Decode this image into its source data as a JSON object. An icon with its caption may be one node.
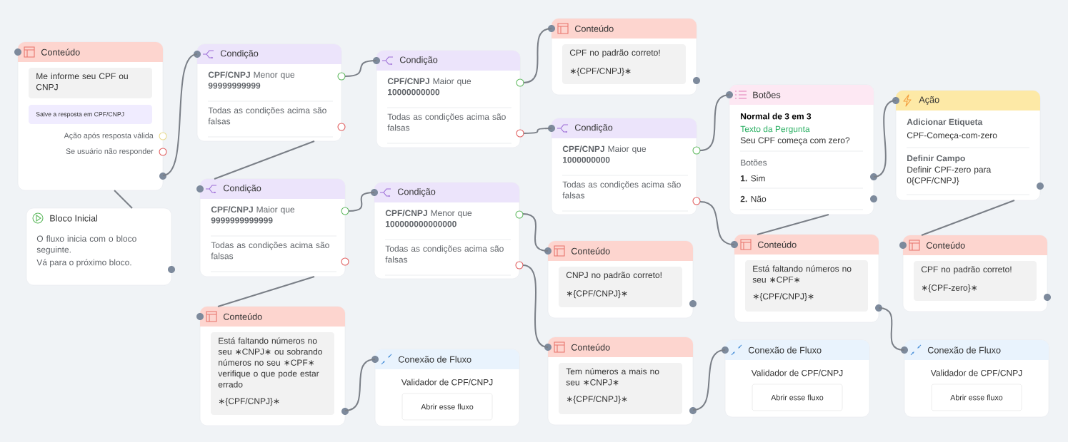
{
  "diagram": {
    "nodes": [
      {
        "text": [
          "Bloco Inicial",
          "O fluxo inicia com o bloco seguinte.",
          "Vá para o próximo bloco."
        ]
      },
      {
        "text": [
          "Conteúdo",
          "Me informe seu CPF ou CNPJ",
          "Salve a resposta em CPF/CNPJ",
          "Ação após resposta válida",
          "Se usuário não responder"
        ]
      },
      {
        "text": [
          "Condição",
          "**CPF/CNPJ** Menor que **99999999999**",
          "Todas as condições acima são falsas"
        ]
      },
      {
        "text": [
          "Condição",
          "**CPF/CNPJ** Maior que **9999999999999**",
          "Todas as condições acima são falsas"
        ]
      },
      {
        "text": [
          "Condição",
          "**CPF/CNPJ** Maior que **10000000000**",
          "Todas as condições acima são falsas"
        ]
      },
      {
        "text": [
          "Condição",
          "**CPF/CNPJ** Menor que **100000000000000**",
          "Todas as condições acima são falsas"
        ]
      },
      {
        "text": [
          "Conteúdo",
          "CPF no padrão correto!",
          "∗{CPF/CNPJ}∗"
        ]
      },
      {
        "text": [
          "Condição",
          "**CPF/CNPJ** Maior que **1000000000**",
          "Todas as condições acima são falsas"
        ]
      },
      {
        "text": [
          "Conteúdo",
          "CNPJ no padrão correto!",
          "∗{CPF/CNPJ}∗"
        ]
      },
      {
        "text": [
          "Conteúdo",
          "Tem números a mais no seu ∗CNPJ∗",
          "∗{CPF/CNPJ}∗"
        ]
      },
      {
        "text": [
          "Conteúdo",
          "Está faltando números no seu ∗CNPJ∗ ou sobrando números no seu ∗CPF∗ verifique o que pode estar errado",
          "∗{CPF/CNPJ}∗"
        ]
      },
      {
        "text": [
          "Conexão de Fluxo",
          "Validador de CPF/CNPJ",
          "Abrir esse fluxo"
        ]
      },
      {
        "text": [
          "Botões",
          "Normal de 3 em 3",
          "Texto da Pergunta",
          "Seu CPF começa com zero?",
          "Botões",
          "**1.** Sim",
          "**2.** Não"
        ]
      },
      {
        "text": [
          "Ação",
          "Adicionar Etiqueta",
          "CPF-Começa-com-zero",
          "Definir Campo",
          "Definir CPF-zero para 0{CPF/CNPJ}"
        ]
      },
      {
        "text": [
          "Conteúdo",
          "Está faltando números no seu ∗CPF∗",
          "∗{CPF/CNPJ}∗"
        ]
      },
      {
        "text": [
          "Conteúdo",
          "CPF no padrão correto!",
          "∗{CPF-zero}∗"
        ]
      },
      {
        "text": [
          "Conexão de Fluxo",
          "Validador de CPF/CNPJ",
          "Abrir esse fluxo"
        ]
      },
      {
        "text": [
          "Conexão de Fluxo",
          "Validador de CPF/CNPJ",
          "Abrir esse fluxo"
        ]
      }
    ],
    "edges": [
      {
        "from": 0,
        "to": 1,
        "arrow": "none"
      },
      {
        "from": 1,
        "to": 2,
        "arrow": "none"
      },
      {
        "from": 2,
        "to": 4,
        "arrow": "none"
      },
      {
        "from": 2,
        "to": 3,
        "arrow": "none"
      },
      {
        "from": 3,
        "to": 5,
        "arrow": "none"
      },
      {
        "from": 3,
        "to": 10,
        "arrow": "none"
      },
      {
        "from": 4,
        "to": 6,
        "arrow": "none"
      },
      {
        "from": 4,
        "to": 7,
        "arrow": "none"
      },
      {
        "from": 5,
        "to": 8,
        "arrow": "none"
      },
      {
        "from": 5,
        "to": 9,
        "arrow": "none"
      },
      {
        "from": 10,
        "to": 11,
        "arrow": "none"
      },
      {
        "from": 9,
        "to": 16,
        "arrow": "none"
      },
      {
        "from": 7,
        "to": 12,
        "arrow": "none"
      },
      {
        "from": 7,
        "to": 14,
        "arrow": "none"
      },
      {
        "from": 12,
        "to": 13,
        "arrow": "none"
      },
      {
        "from": 12,
        "to": 14,
        "arrow": "none"
      },
      {
        "from": 13,
        "to": 15,
        "arrow": "none"
      },
      {
        "from": 14,
        "to": 17,
        "arrow": "none"
      }
    ]
  }
}
